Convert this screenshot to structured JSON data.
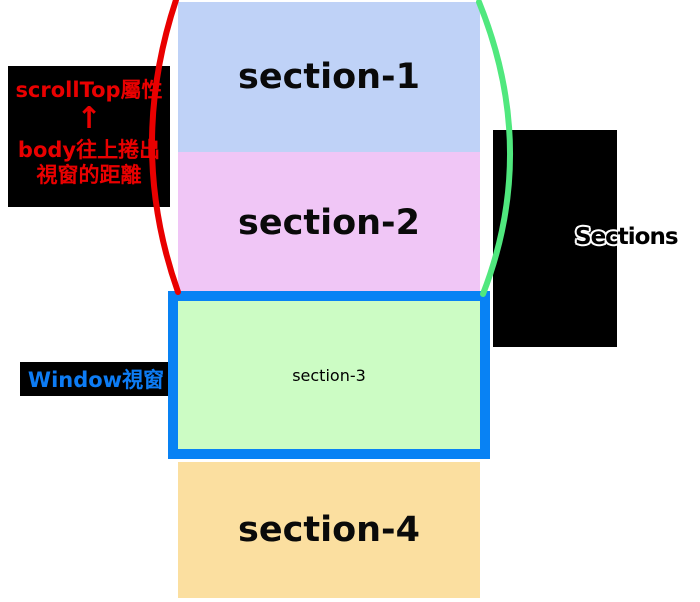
{
  "sections": [
    {
      "label": "section-1",
      "color": "#bfd2f7"
    },
    {
      "label": "section-2",
      "color": "#f0c6f6"
    },
    {
      "label": "section-3",
      "color": "#ccfcc4"
    },
    {
      "label": "section-4",
      "color": "#fbdfa0"
    }
  ],
  "window": {
    "border_color": "#0882f4"
  },
  "annotations": {
    "scrolltop": {
      "title": "scrollTop屬性",
      "arrow_glyph": "↑",
      "line1": "body往上捲出",
      "line2": "視窗的距離",
      "text_color": "#e90000",
      "box_bg": "#000000"
    },
    "window_label": {
      "text": "Window視窗",
      "text_color": "#0d7cf4",
      "box_bg": "#000000"
    },
    "sections_label": {
      "text": "Sections",
      "text_color": "#000000",
      "outline_color": "#ffffff",
      "box_bg": "#000000"
    }
  },
  "arcs": {
    "left_bracket_color": "#e90000",
    "right_bracket_color": "#50e87e"
  }
}
